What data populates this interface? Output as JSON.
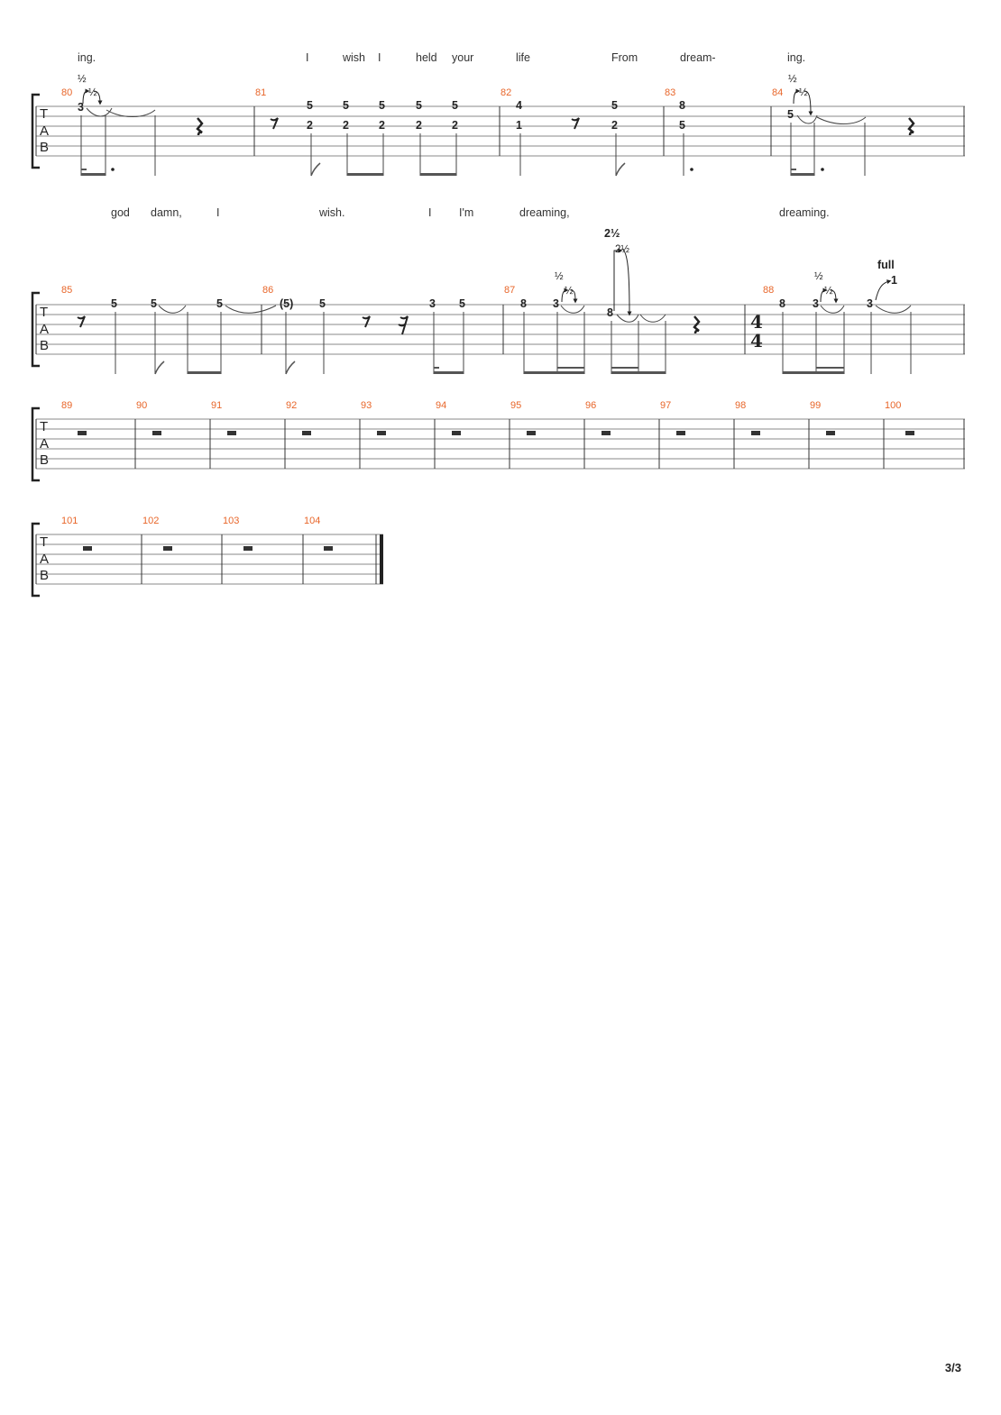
{
  "tab_label": [
    "T",
    "A",
    "B"
  ],
  "page_number": "3/3",
  "systems": [
    {
      "lyrics": [
        "ing.",
        "I",
        "wish",
        "I",
        "held",
        "your",
        "life",
        "From",
        "dream-",
        "ing."
      ],
      "measures": [
        {
          "number": "80",
          "frets": [
            "3"
          ],
          "bends": [
            "½",
            "½"
          ]
        },
        {
          "number": "81",
          "frets": [
            "5",
            "2",
            "5",
            "2",
            "5",
            "2",
            "5",
            "2",
            "5",
            "2"
          ],
          "bends": []
        },
        {
          "number": "82",
          "frets": [
            "4",
            "1",
            "5",
            "2"
          ],
          "bends": []
        },
        {
          "number": "83",
          "frets": [
            "8",
            "5"
          ],
          "bends": []
        },
        {
          "number": "84",
          "frets": [
            "5"
          ],
          "bends": [
            "½",
            "½"
          ]
        }
      ]
    },
    {
      "lyrics": [
        "god",
        "damn,",
        "I",
        "wish.",
        "I",
        "I'm",
        "dreaming,",
        "dreaming."
      ],
      "time_signature": [
        "4",
        "4"
      ],
      "measures": [
        {
          "number": "85",
          "frets": [
            "5",
            "5",
            "5"
          ],
          "bends": []
        },
        {
          "number": "86",
          "frets": [
            "(5)",
            "5",
            "3",
            "5"
          ],
          "bends": []
        },
        {
          "number": "87",
          "frets": [
            "8",
            "3",
            "8"
          ],
          "bends": [
            "½",
            "½",
            "2½",
            "2½"
          ]
        },
        {
          "number": "88",
          "frets": [
            "8",
            "3",
            "3"
          ],
          "bends": [
            "½",
            "½",
            "full",
            "1"
          ]
        }
      ]
    },
    {
      "measures": [
        {
          "number": "89"
        },
        {
          "number": "90"
        },
        {
          "number": "91"
        },
        {
          "number": "92"
        },
        {
          "number": "93"
        },
        {
          "number": "94"
        },
        {
          "number": "95"
        },
        {
          "number": "96"
        },
        {
          "number": "97"
        },
        {
          "number": "98"
        },
        {
          "number": "99"
        },
        {
          "number": "100"
        }
      ]
    },
    {
      "measures": [
        {
          "number": "101"
        },
        {
          "number": "102"
        },
        {
          "number": "103"
        },
        {
          "number": "104"
        }
      ]
    }
  ]
}
